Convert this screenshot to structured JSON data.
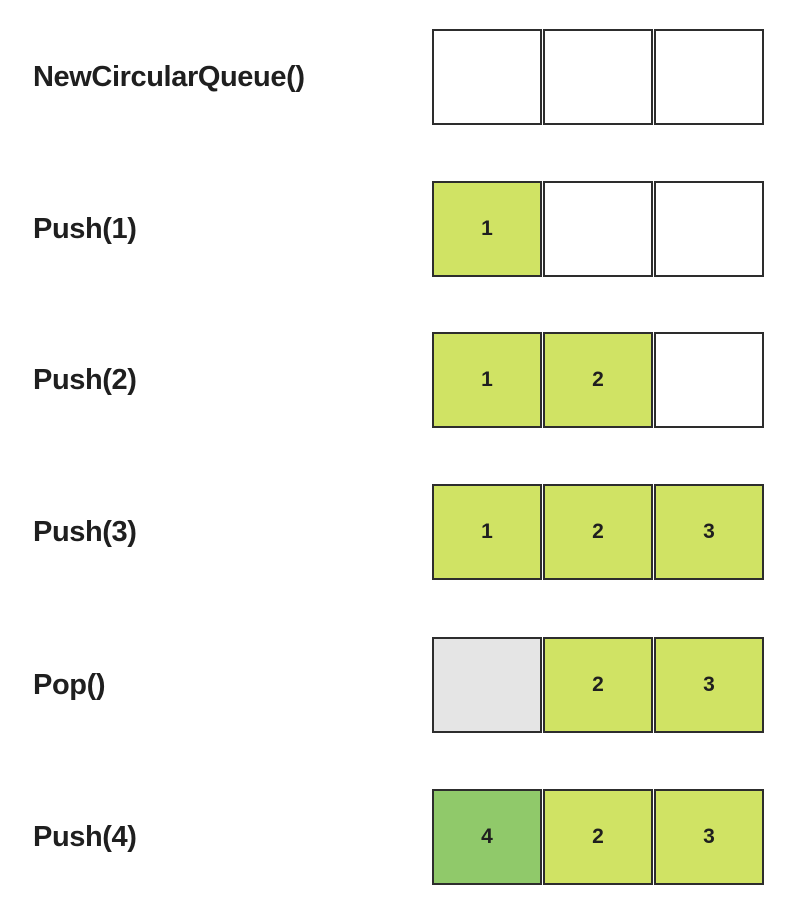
{
  "colors": {
    "filled": "#d0e364",
    "wrapped": "#90c96a",
    "popped": "#e5e5e5",
    "empty": "#ffffff",
    "border": "#2d2d2d",
    "text": "#1f1f1f"
  },
  "rows": [
    {
      "label": "NewCircularQueue()",
      "cells": [
        {
          "value": "",
          "state": "empty"
        },
        {
          "value": "",
          "state": "empty"
        },
        {
          "value": "",
          "state": "empty"
        }
      ]
    },
    {
      "label": "Push(1)",
      "cells": [
        {
          "value": "1",
          "state": "filled"
        },
        {
          "value": "",
          "state": "empty"
        },
        {
          "value": "",
          "state": "empty"
        }
      ]
    },
    {
      "label": "Push(2)",
      "cells": [
        {
          "value": "1",
          "state": "filled"
        },
        {
          "value": "2",
          "state": "filled"
        },
        {
          "value": "",
          "state": "empty"
        }
      ]
    },
    {
      "label": "Push(3)",
      "cells": [
        {
          "value": "1",
          "state": "filled"
        },
        {
          "value": "2",
          "state": "filled"
        },
        {
          "value": "3",
          "state": "filled"
        }
      ]
    },
    {
      "label": "Pop()",
      "cells": [
        {
          "value": "",
          "state": "popped"
        },
        {
          "value": "2",
          "state": "filled"
        },
        {
          "value": "3",
          "state": "filled"
        }
      ]
    },
    {
      "label": "Push(4)",
      "cells": [
        {
          "value": "4",
          "state": "wrapped"
        },
        {
          "value": "2",
          "state": "filled"
        },
        {
          "value": "3",
          "state": "filled"
        }
      ]
    }
  ]
}
